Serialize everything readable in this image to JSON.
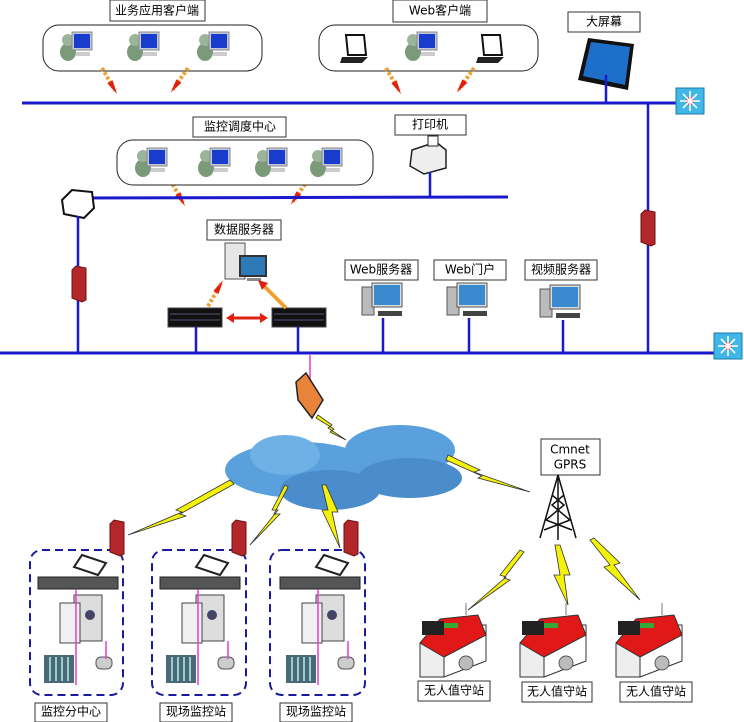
{
  "colors": {
    "bus": "#1a1acc",
    "firewall": "#b3262a",
    "cloud": "#5aa0dc",
    "bolt": "#f4f20a",
    "roof": "#e01818",
    "dashed_box": "#1a1aa0"
  },
  "top": {
    "business_clients": "业务应用客户端",
    "web_clients": "Web客户端",
    "big_screen": "大屏幕"
  },
  "middle": {
    "monitor_center": "监控调度中心",
    "printer": "打印机",
    "data_server": "数据服务器",
    "web_server": "Web服务器",
    "web_portal": "Web门户",
    "video_server": "视频服务器"
  },
  "network": {
    "gprs_line1": "Cmnet",
    "gprs_line2": "GPRS"
  },
  "stations": {
    "sub_center": "监控分中心",
    "field_station_1": "现场监控站",
    "field_station_2": "现场监控站",
    "unattended": [
      "无人值守站",
      "无人值守站",
      "无人值守站"
    ]
  }
}
